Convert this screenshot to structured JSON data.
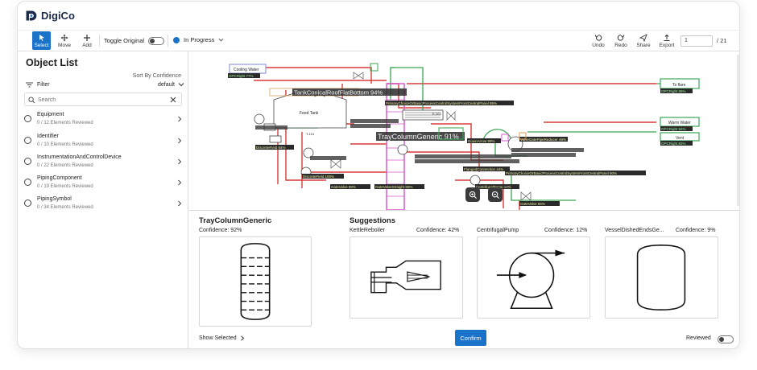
{
  "app": {
    "name": "DigiCo"
  },
  "toolbar": {
    "select": "Select",
    "move": "Move",
    "add": "Add",
    "toggle_original": "Toggle Original",
    "status": "In Progress",
    "undo": "Undo",
    "redo": "Redo",
    "share": "Share",
    "export": "Export",
    "page_value": "1",
    "page_total": "/ 21"
  },
  "object_list": {
    "title": "Object List",
    "sort_label": "Sort By Confidence",
    "sort_value": "default",
    "filter": "Filter",
    "search_placeholder": "Search",
    "items": [
      {
        "name": "Equipment",
        "sub": "0 / 12 Elements Reviewed"
      },
      {
        "name": "Identifier",
        "sub": "0 / 10 Elements Reviewed"
      },
      {
        "name": "InstrumentationAndControlDevice",
        "sub": "0 / 22 Elements Reviewed"
      },
      {
        "name": "PipingComponent",
        "sub": "0 / 19 Elements Reviewed"
      },
      {
        "name": "PipingSymbol",
        "sub": "0 / 34 Elements Reviewed"
      }
    ]
  },
  "diagram": {
    "labels": {
      "cooling_water": "Cooling Water",
      "cooling_water_conf": "OPCRight 77%",
      "to_flare": "To flare",
      "to_flare_conf": "OPCRight 89%",
      "warm_water": "Warm Water",
      "vent": "Vent",
      "warm_vent_conf1": "OPCRight 94%",
      "warm_vent_conf2": "OPCRight 82%",
      "feed_tank": "Feed Tank",
      "tank_conical": "TankConicalRoofFlatBottom 94%",
      "tray_column": "TrayColumnGeneric 91%",
      "primary_choice": "PrimaryChoiceOrBasicProcessControlSystemFrontCentralPanel 95%",
      "primary_choice2": "PrimaryChoiceOrBasicProcessControlSystemFrontCentralPanel 90%",
      "e102": "E-102",
      "t101": "T-101",
      "discrete_field": "DiscreteField 84%",
      "discrete_field2": "DiscreteField 100%",
      "gate_valve": "GateValve 88%",
      "gate_valve2": "GateValveStraight 86%",
      "flanged": "FlangedConnection 44%",
      "down_arrow": "DownArrow 99%",
      "centrifugal": "CentrifugalPump 14%",
      "pipe_reducer": "ValveGatePipeReducer 48%",
      "gate_valve3": "GateValve 66%"
    }
  },
  "selected": {
    "title": "TrayColumnGeneric",
    "confidence": "Confidence: 92%"
  },
  "suggestions": {
    "title": "Suggestions",
    "items": [
      {
        "name": "KettleReboiler",
        "confidence": "Confidence: 42%"
      },
      {
        "name": "CentrifugalPump",
        "confidence": "Confidence: 12%"
      },
      {
        "name": "VesselDishedEndsGe...",
        "confidence": "Confidence: 9%"
      }
    ]
  },
  "footer": {
    "show_selected": "Show Selected",
    "confirm": "Confirm",
    "reviewed": "Reviewed"
  },
  "colors": {
    "accent": "#1a73c9",
    "pipe_red": "#d83a3a",
    "pipe_green": "#3aa655",
    "highlight_pink": "#d85ad0"
  }
}
